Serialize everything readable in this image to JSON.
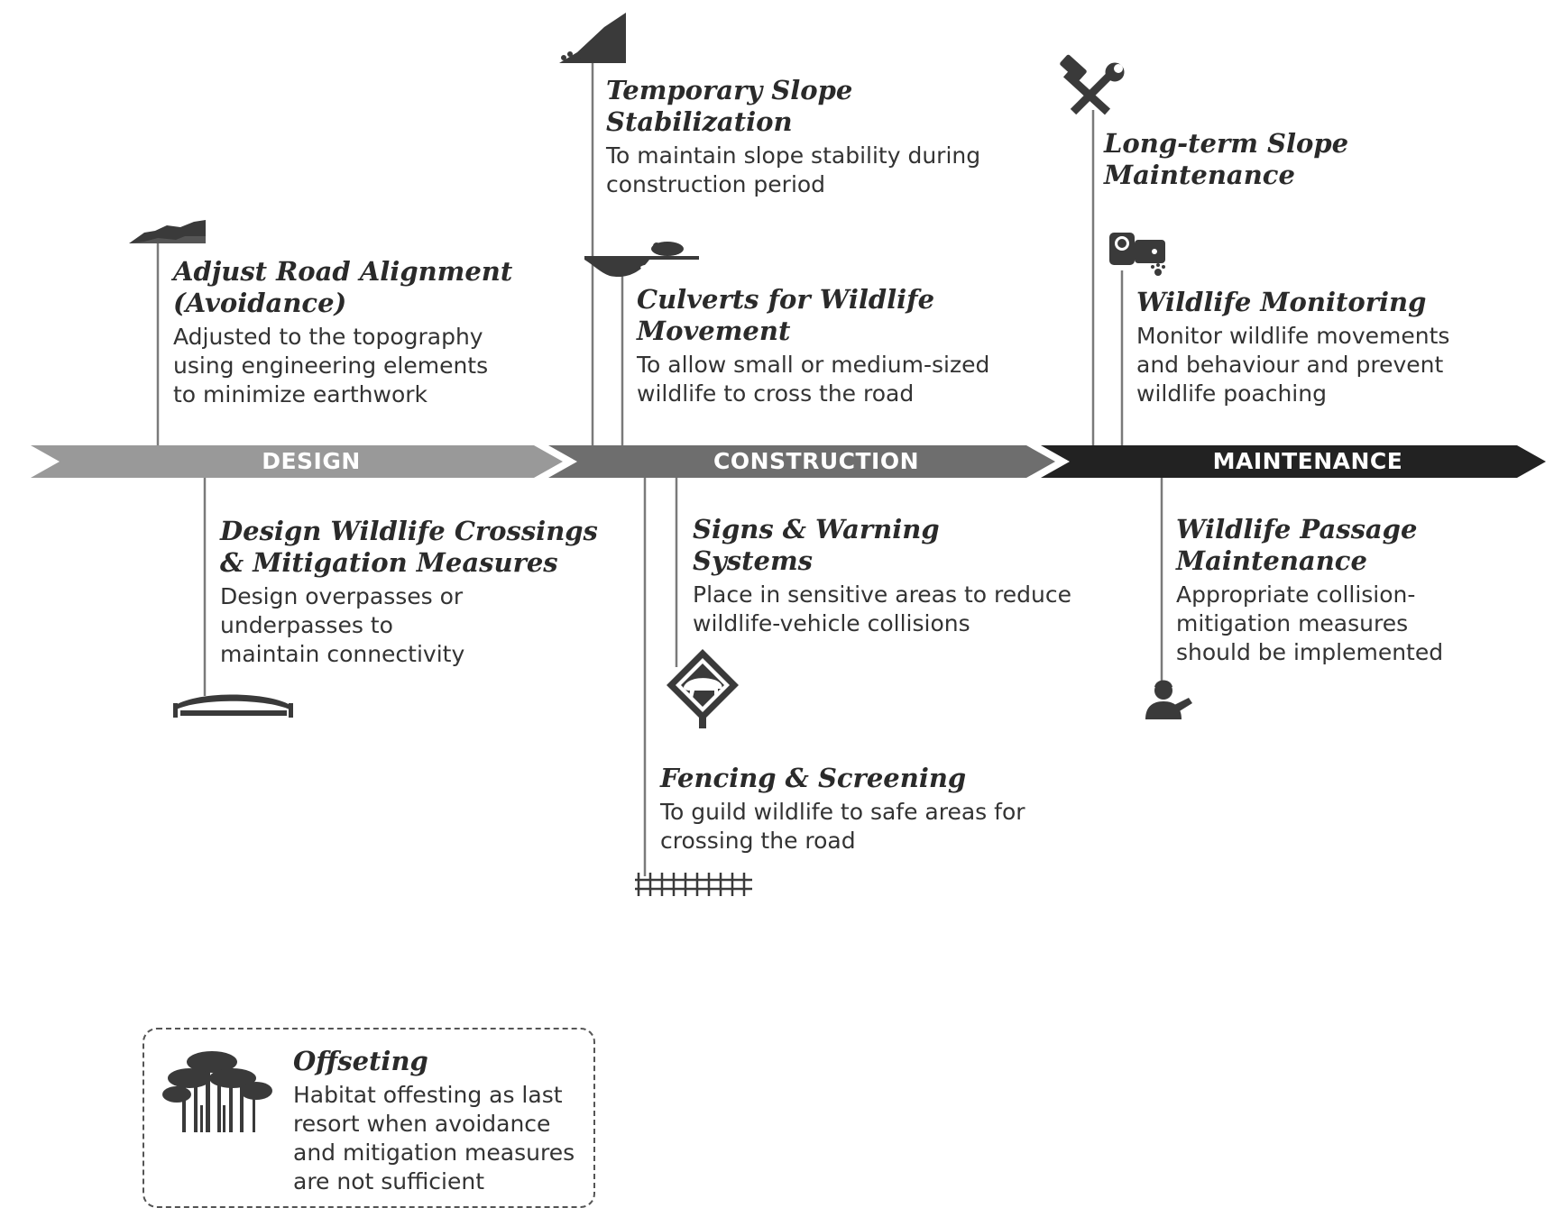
{
  "colors": {
    "design": "#999999",
    "construction": "#6e6e6e",
    "maintenance": "#222222",
    "icon": "#3a3a3a",
    "line": "#7a7a7a"
  },
  "phases": {
    "design": "DESIGN",
    "construction": "CONSTRUCTION",
    "maintenance": "MAINTENANCE"
  },
  "items": {
    "adjust": {
      "title_lines": [
        "Adjust Road Alignment",
        "(Avoidance)"
      ],
      "desc_lines": [
        "Adjusted to the topography",
        "using engineering elements",
        "to minimize earthwork"
      ],
      "icon": "terrain-icon"
    },
    "design_crossings": {
      "title_lines": [
        "Design Wildlife Crossings",
        "& Mitigation Measures"
      ],
      "desc_lines": [
        "Design overpasses or",
        "underpasses to",
        "maintain connectivity"
      ],
      "icon": "overpass-icon"
    },
    "temp_slope": {
      "title_lines": [
        "Temporary Slope",
        "Stabilization"
      ],
      "desc_lines": [
        "To maintain slope stability during",
        "construction period"
      ],
      "icon": "slope-icon"
    },
    "culverts": {
      "title_lines": [
        "Culverts for Wildlife",
        "Movement"
      ],
      "desc_lines": [
        "To allow small or medium-sized",
        "wildlife to cross the road"
      ],
      "icon": "culvert-icon"
    },
    "signs": {
      "title_lines": [
        "Signs & Warning",
        "Systems"
      ],
      "desc_lines": [
        "Place in sensitive areas to reduce",
        "wildlife-vehicle collisions"
      ],
      "icon": "wildlife-warning-sign-icon"
    },
    "fencing": {
      "title_lines": [
        "Fencing & Screening"
      ],
      "desc_lines": [
        "To guild wildlife to safe areas for",
        "crossing the road"
      ],
      "icon": "fence-icon"
    },
    "longterm": {
      "title_lines": [
        "Long-term Slope",
        "Maintenance"
      ],
      "desc_lines": [],
      "icon": "tools-icon"
    },
    "monitoring": {
      "title_lines": [
        "Wildlife Monitoring"
      ],
      "desc_lines": [
        "Monitor wildlife movements",
        "and behaviour and prevent",
        "wildlife poaching"
      ],
      "icon": "camera-trap-icon"
    },
    "passage": {
      "title_lines": [
        "Wildlife Passage",
        "Maintenance"
      ],
      "desc_lines": [
        "Appropriate collision-",
        "mitigation measures",
        "should be implemented"
      ],
      "icon": "worker-icon"
    },
    "offsetting": {
      "title_lines": [
        "Offseting"
      ],
      "desc_lines": [
        "Habitat offesting as last",
        "resort when avoidance",
        "and mitigation measures",
        "are not sufficient"
      ],
      "icon": "forest-icon"
    }
  }
}
